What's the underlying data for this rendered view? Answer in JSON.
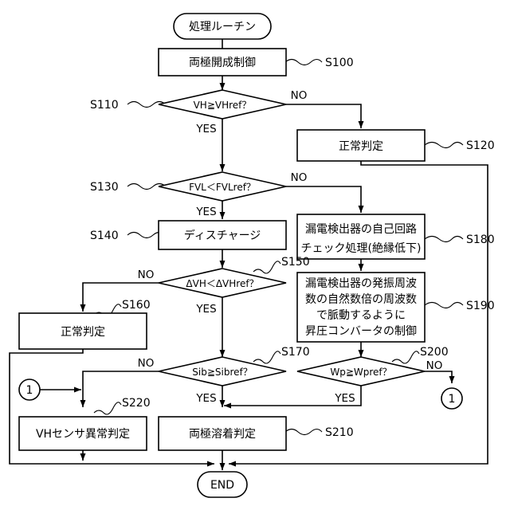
{
  "start_label": "処理ルーチン",
  "end_label": "END",
  "connector_label": "1",
  "yes": "YES",
  "no": "NO",
  "steps": {
    "s100": {
      "id": "S100",
      "text": "両極開成制御"
    },
    "s110": {
      "id": "S110",
      "text": "VH≧VHref？"
    },
    "s120": {
      "id": "S120",
      "text": "正常判定"
    },
    "s130": {
      "id": "S130",
      "text": "FVL＜FVLref？"
    },
    "s140": {
      "id": "S140",
      "text": "ディスチャージ"
    },
    "s150": {
      "id": "S150",
      "text": "ΔVH＜ΔVHref？"
    },
    "s160": {
      "id": "S160",
      "text": "正常判定"
    },
    "s170": {
      "id": "S170",
      "text": "Sib≧Sibref？"
    },
    "s180": {
      "id": "S180",
      "line1": "漏電検出器の自己回路",
      "line2": "チェック処理(絶縁低下)"
    },
    "s190": {
      "id": "S190",
      "line1": "漏電検出器の発振周波",
      "line2": "数の自然数倍の周波数",
      "line3": "で脈動するように",
      "line4": "昇圧コンバータの制御"
    },
    "s200": {
      "id": "S200",
      "text": "Wp≧Wpref？"
    },
    "s210": {
      "id": "S210",
      "text": "両極溶着判定"
    },
    "s220": {
      "id": "S220",
      "text": "VHセンサ異常判定"
    }
  }
}
